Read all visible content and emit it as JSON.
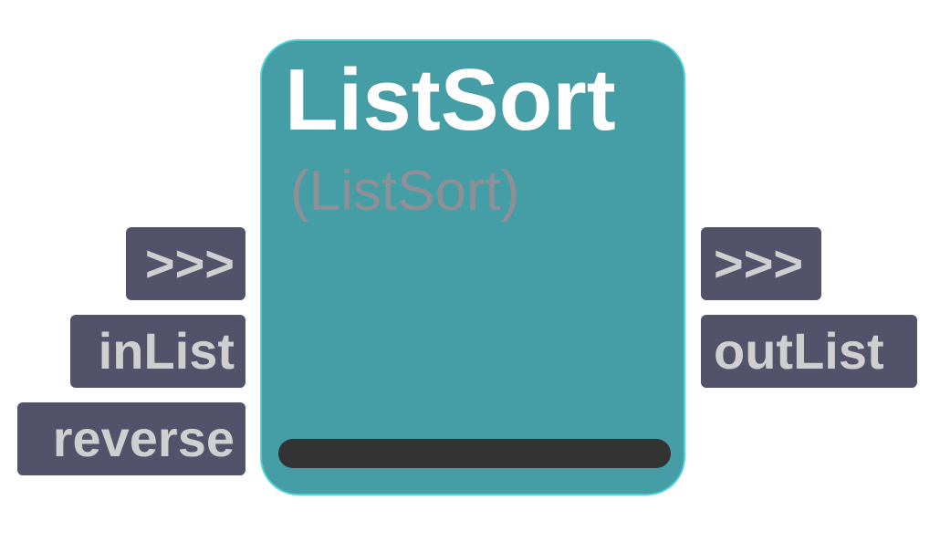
{
  "node": {
    "title": "ListSort",
    "subtitle": "(ListSort)"
  },
  "inputs": [
    {
      "label": ">>>"
    },
    {
      "label": "inList"
    },
    {
      "label": "reverse"
    }
  ],
  "outputs": [
    {
      "label": ">>>"
    },
    {
      "label": "outList"
    }
  ],
  "colors": {
    "node_fill": "#459da5",
    "node_border": "#4fd3d8",
    "port_fill": "#52526a",
    "port_text": "#cfcfcf",
    "title_text": "#ffffff",
    "subtitle_text": "#8f8f96",
    "bar_fill": "#333333"
  }
}
